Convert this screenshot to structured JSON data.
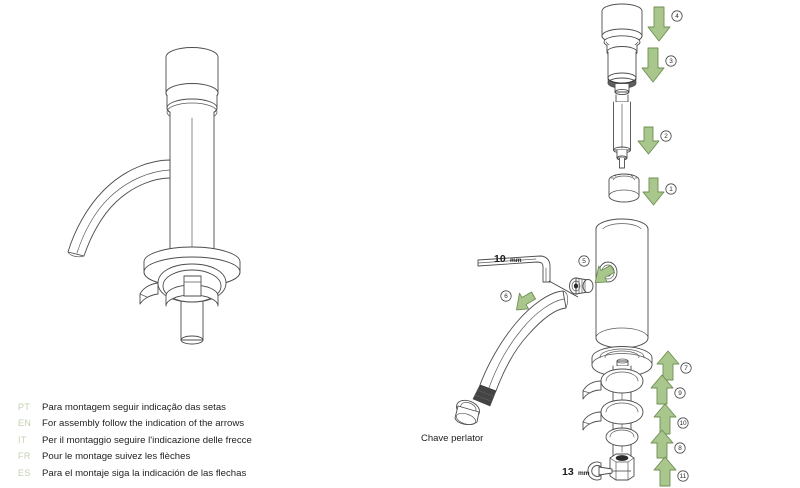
{
  "document": {
    "title": "Faucet assembly exploded diagram",
    "background_color": "#ffffff",
    "line_color": "#4d4d4d",
    "arrow_fill": "#a9c68c",
    "arrow_stroke": "#6d8f52",
    "legend_code_color": "#c3d1b0"
  },
  "legend": {
    "rows": [
      {
        "code": "PT",
        "text": "Para montagem seguir indicação das setas"
      },
      {
        "code": "EN",
        "text": "For assembly follow the indication of the arrows"
      },
      {
        "code": "IT",
        "text": "Per il montaggio seguire l'indicazione delle frecce"
      },
      {
        "code": "FR",
        "text": "Pour le montage suivez les flèches"
      },
      {
        "code": "ES",
        "text": "Para el montaje siga la indicación de las flechas"
      }
    ]
  },
  "callouts": [
    {
      "id": "1",
      "number": "1",
      "direction": "down"
    },
    {
      "id": "2",
      "number": "2",
      "direction": "down"
    },
    {
      "id": "3",
      "number": "3",
      "direction": "down"
    },
    {
      "id": "4",
      "number": "4",
      "direction": "down"
    },
    {
      "id": "5",
      "number": "5",
      "direction": "up-right"
    },
    {
      "id": "6",
      "number": "6",
      "direction": "up-right"
    },
    {
      "id": "7",
      "number": "7",
      "direction": "up"
    },
    {
      "id": "8",
      "number": "8",
      "direction": "up"
    },
    {
      "id": "9",
      "number": "9",
      "direction": "up"
    },
    {
      "id": "10",
      "number": "10",
      "direction": "up"
    },
    {
      "id": "11",
      "number": "11",
      "direction": "up"
    }
  ],
  "tools": {
    "hex_key": {
      "size": "10",
      "unit": "mm"
    },
    "wrench": {
      "size": "13",
      "unit": "mm"
    },
    "aerator_key_caption": "Chave perlator"
  },
  "figures": {
    "assembled_faucet_label": "assembled-faucet",
    "exploded_faucet_label": "exploded-faucet"
  }
}
